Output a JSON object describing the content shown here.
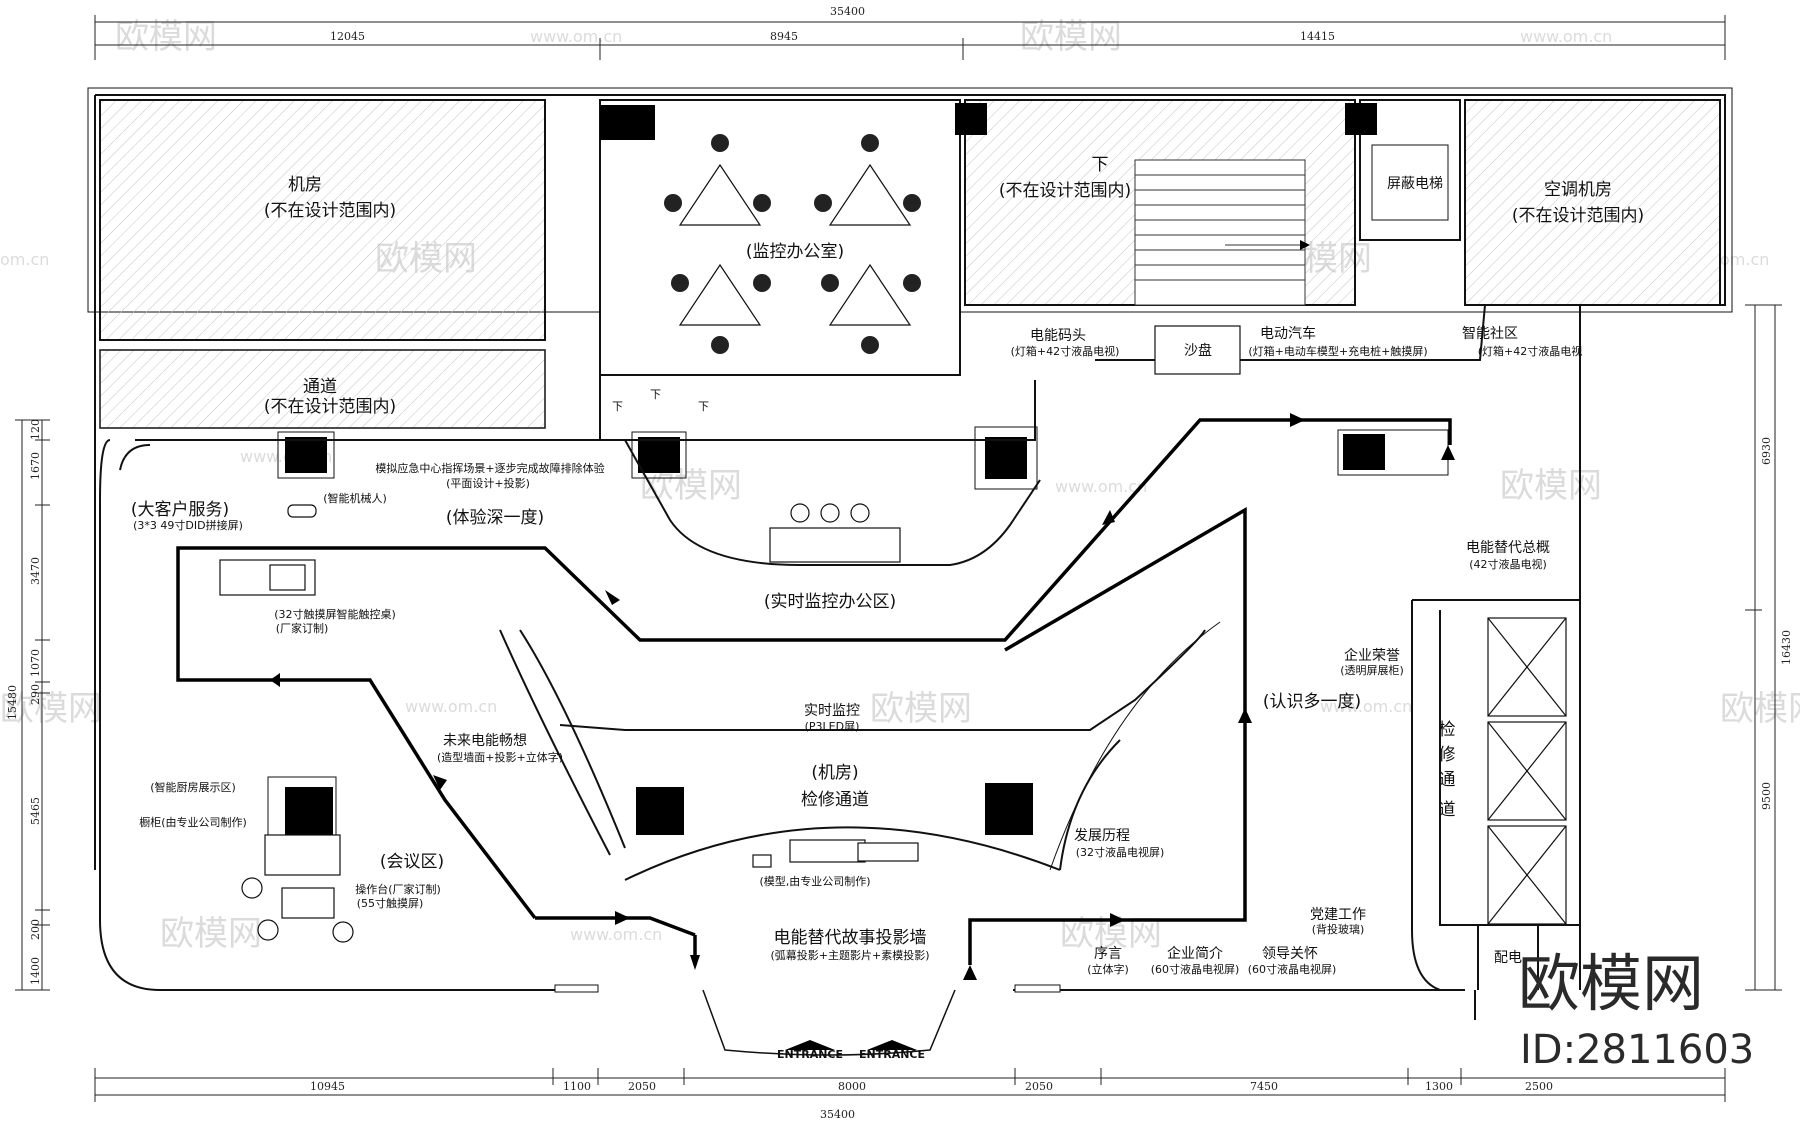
{
  "watermark": {
    "brand": "欧模网",
    "site": "www.om.cn",
    "site_short": "om.cn",
    "corner_brand": "欧模网",
    "corner_id": "ID:2811603"
  },
  "dimensions": {
    "top_total": "35400",
    "top_segments": [
      "12045",
      "8945",
      "14415"
    ],
    "bottom_total": "35400",
    "bottom_segments": [
      "10945",
      "1100",
      "2050",
      "8000",
      "2050",
      "7450",
      "1300",
      "2500"
    ],
    "left_total": "15480",
    "left_segments": [
      "120",
      "1670",
      "3470",
      "1070",
      "290",
      "5465",
      "200",
      "1400"
    ],
    "right_total": "16430",
    "right_segments": [
      "6930",
      "9500"
    ]
  },
  "rooms": {
    "machine_room": "机房",
    "out_of_scope": "(不在设计范围内)",
    "corridor": "通道",
    "stair_down": "下",
    "shield_elevator": "屏蔽电梯",
    "ac_room": "空调机房",
    "monitor_office": "(监控办公室)",
    "down_a": "下",
    "down_b": "下",
    "down_c": "下"
  },
  "zones": {
    "power_dock": "电能码头",
    "power_dock_note": "(灯箱+42寸液晶电视)",
    "sandbox": "沙盘",
    "ev": "电动汽车",
    "ev_note": "(灯箱+电动车模型+充电桩+触摸屏)",
    "smart_community": "智能社区",
    "smart_community_note": "(灯箱+42寸液晶电视",
    "emergency": "模拟应急中心指挥场景+逐步完成故障排除体验",
    "emergency_note": "(平面设计+投影)",
    "big_client": "(大客户服务)",
    "big_client_note": "(3*3 49寸DID拼接屏)",
    "robot": "(智能机械人)",
    "experience_depth": "(体验深一度)",
    "touch_table": "(32寸触摸屏智能触控桌)",
    "touch_table_note": "(厂家订制)",
    "realtime_office": "(实时监控办公区)",
    "power_overview": "电能替代总概",
    "power_overview_note": "(42寸液晶电视)",
    "honor": "企业荣誉",
    "honor_note": "(透明屏展柜)",
    "know_more": "(认识多一度)",
    "realtime_monitor": "实时监控",
    "realtime_monitor_note": "(P3LED屏)",
    "future": "未来电能畅想",
    "future_note": "(造型墙面+投影+立体字)",
    "machine_room2": "(机房)",
    "maintenance_channel": "检修通道",
    "maintenance_v1": "检",
    "maintenance_v2": "修",
    "maintenance_v3": "通",
    "maintenance_v4": "道",
    "smart_kitchen": "(智能厨房展示区)",
    "cabinet": "橱柜(由专业公司制作)",
    "meeting": "(会议区)",
    "console": "操作台(厂家订制)",
    "console_note": "(55寸触摸屏)",
    "history": "发展历程",
    "history_note": "(32寸液晶电视屏)",
    "model": "(模型,由专业公司制作)",
    "story_wall": "电能替代故事投影墙",
    "story_wall_note": "(弧幕投影+主题影片+素模投影)",
    "party": "党建工作",
    "party_note": "(背投玻璃)",
    "preface": "序言",
    "preface_note": "(立体字)",
    "intro": "企业简介",
    "intro_note": "(60寸液晶电视屏)",
    "leaders": "领导关怀",
    "leaders_note": "(60寸液晶电视屏)",
    "power_room": "配电",
    "entrance_1": "ENTRANCE",
    "entrance_2": "ENTRANCE"
  },
  "colors": {
    "line": "#111111",
    "hatch": "#bdbdbd",
    "pillar": "#000000",
    "watermark": "#d6d6d6"
  }
}
